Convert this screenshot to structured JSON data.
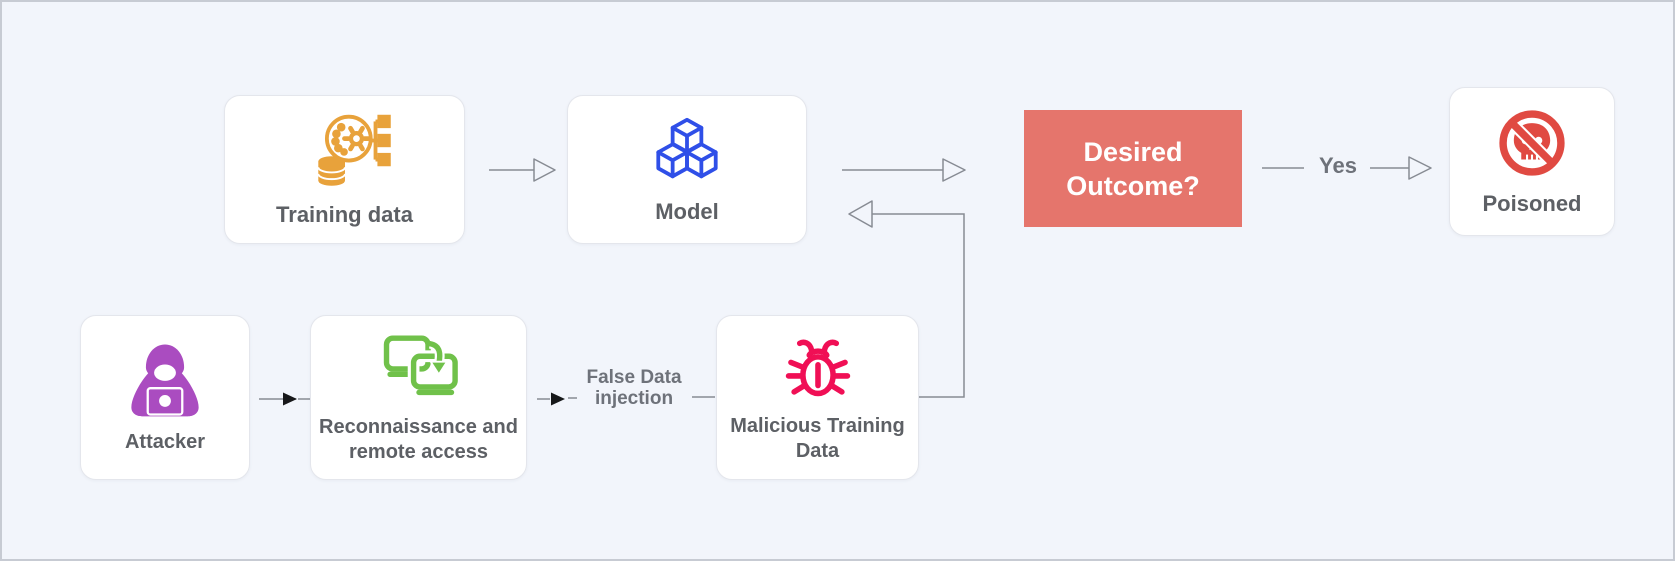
{
  "canvas": {
    "background": "#f2f5fb",
    "border_color": "#c7cbd3",
    "node_fill": "#ffffff",
    "label_text_color": "#5d6065",
    "edge_color": "#878b93"
  },
  "nodes": {
    "training": {
      "label": "Training data",
      "icon": "training-data-icon",
      "icon_color": "#E8A23B"
    },
    "model": {
      "label": "Model",
      "icon": "model-cubes-icon",
      "icon_color": "#2F4FE8"
    },
    "desired_outcome": {
      "label": "Desired Outcome?",
      "fill": "#E5756C",
      "text_color": "#FFFFFF"
    },
    "poisoned": {
      "label": "Poisoned",
      "icon": "no-skull-icon",
      "icon_color": "#E04A42"
    },
    "attacker": {
      "label": "Attacker",
      "icon": "hooded-hacker-icon",
      "icon_color": "#AA4CC0"
    },
    "reconnaissance": {
      "label": "Reconnaissance and remote access",
      "icon": "remote-access-icon",
      "icon_color": "#70C14A"
    },
    "malicious_training_data": {
      "label": "Malicious Training Data",
      "icon": "bug-icon",
      "icon_color": "#F00F55"
    }
  },
  "edge_labels": {
    "yes": "Yes",
    "false_data_injection": "False Data injection"
  }
}
